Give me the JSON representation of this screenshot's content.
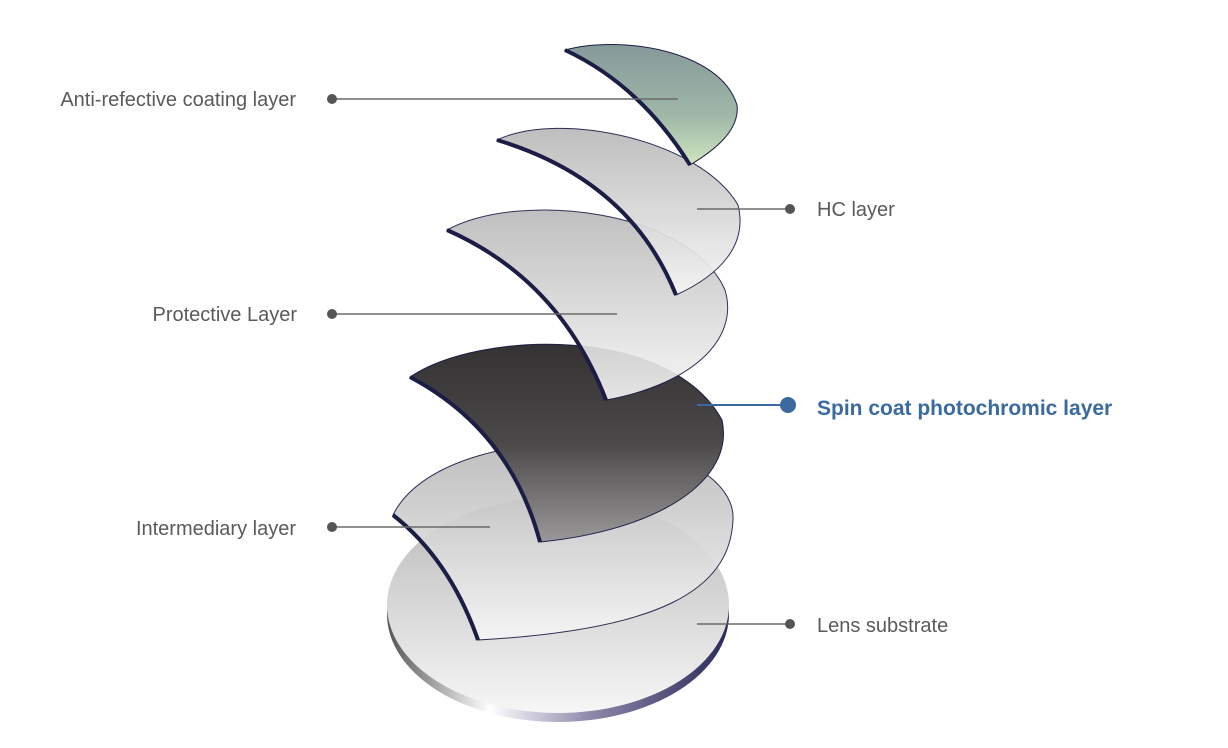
{
  "labels": {
    "anti_reflective": "Anti-refective coating layer",
    "hc": "HC layer",
    "protective": "Protective Layer",
    "spin_coat": "Spin coat photochromic layer",
    "intermediary": "Intermediary layer",
    "lens_substrate": "Lens substrate"
  },
  "colors": {
    "label_text": "#5a5a5a",
    "highlight": "#3a6aa0",
    "leader_line": "#6a6a6a"
  }
}
